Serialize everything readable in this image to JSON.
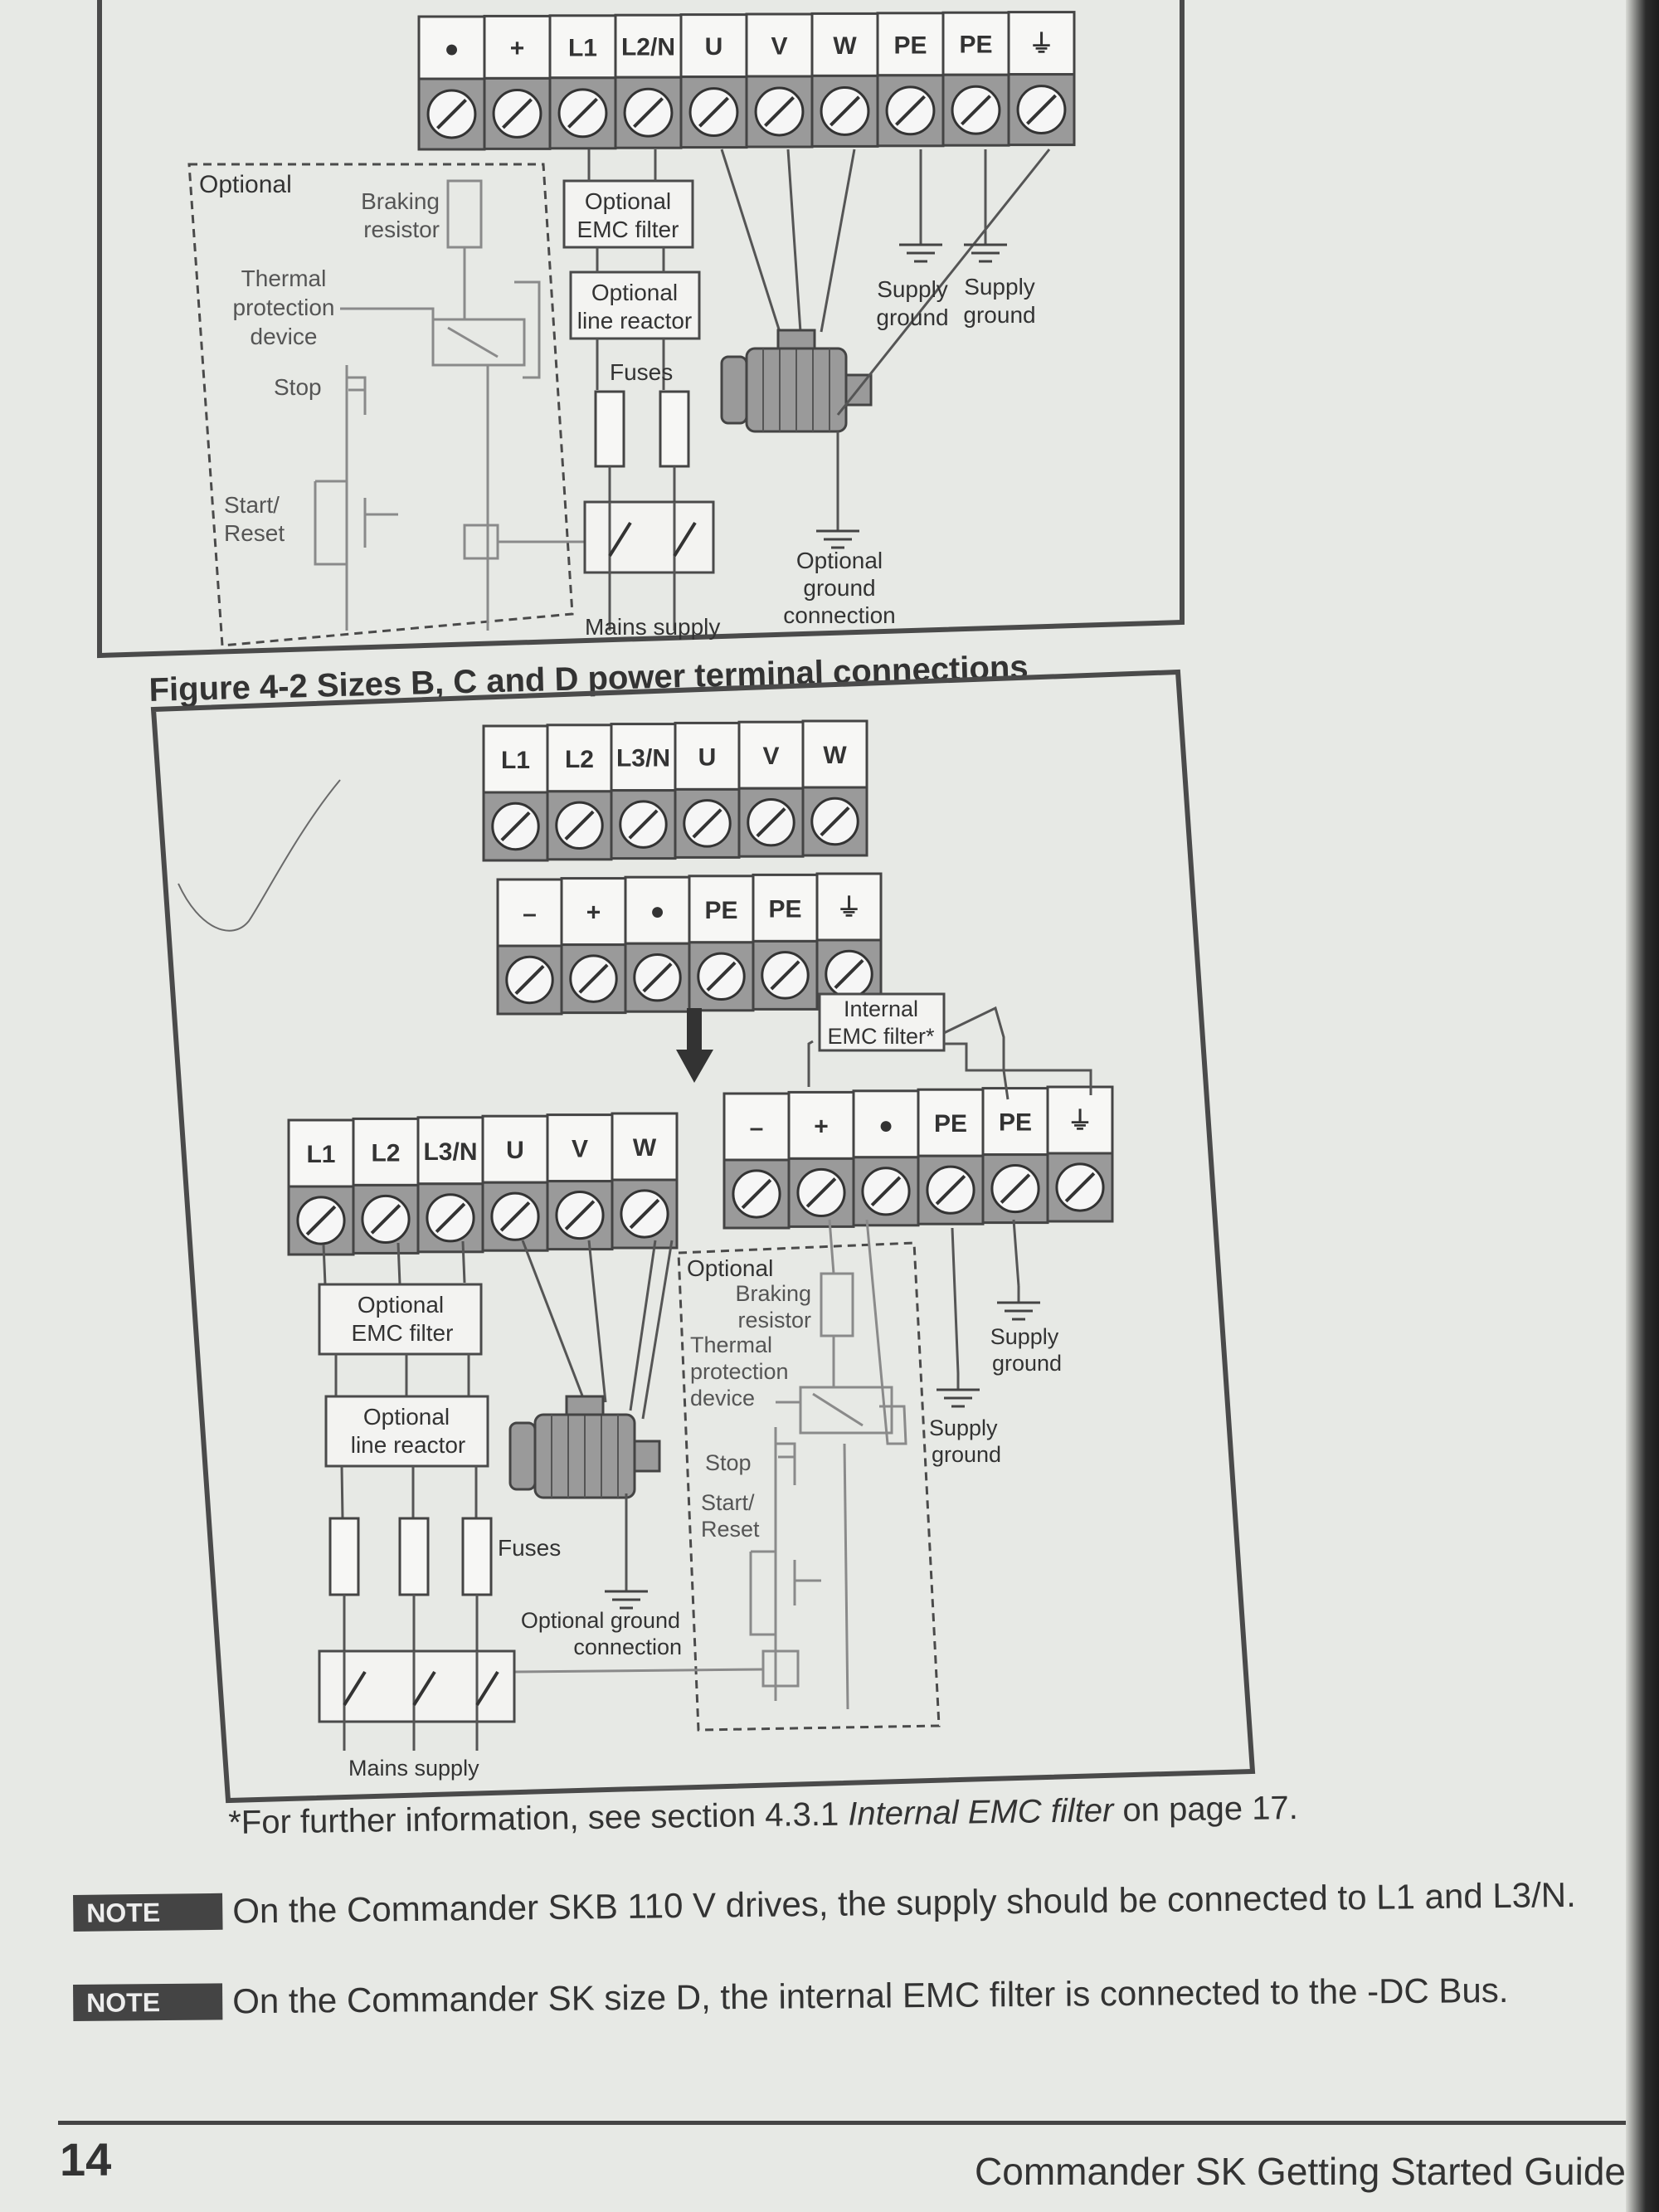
{
  "figure_top": {
    "terminals": [
      "●",
      "+",
      "L1",
      "L2/N",
      "U",
      "V",
      "W",
      "PE",
      "PE",
      "⏚"
    ],
    "optional_label": "Optional",
    "braking_resistor": "Braking resistor",
    "thermal_protection": "Thermal protection device",
    "stop": "Stop",
    "start_reset": "Start/ Reset",
    "emc_filter": "Optional EMC filter",
    "line_reactor": "Optional line reactor",
    "fuses": "Fuses",
    "mains_supply": "Mains supply",
    "supply_ground": "Supply ground",
    "optional_ground": "Optional ground connection"
  },
  "figure_bottom": {
    "caption": "Figure 4-2  Sizes B, C and D power terminal connections",
    "terminals_row1": [
      "L1",
      "L2",
      "L3/N",
      "U",
      "V",
      "W"
    ],
    "terminals_row2": [
      "–",
      "+",
      "●",
      "PE",
      "PE",
      "⏚"
    ],
    "internal_emc": "Internal EMC filter*",
    "optional_label": "Optional",
    "braking_resistor": "Braking resistor",
    "thermal_protection": "Thermal protection device",
    "stop": "Stop",
    "start_reset": "Start/ Reset",
    "emc_filter": "Optional EMC filter",
    "line_reactor": "Optional line reactor",
    "fuses": "Fuses",
    "mains_supply": "Mains supply",
    "supply_ground": "Supply ground",
    "optional_ground": "Optional ground connection"
  },
  "footnote": {
    "before": "*For further information, see section 4.3.1 ",
    "italic": "Internal EMC filter",
    "after": " on page 17."
  },
  "notes": [
    {
      "badge": "NOTE",
      "text": "On the Commander SKB 110 V drives, the supply should be connected to L1 and L3/N."
    },
    {
      "badge": "NOTE",
      "text": "On the Commander SK size D, the internal EMC filter is connected to the -DC Bus."
    }
  ],
  "footer": {
    "page_number": "14",
    "guide_title": "Commander SK Getting Started Guide"
  }
}
